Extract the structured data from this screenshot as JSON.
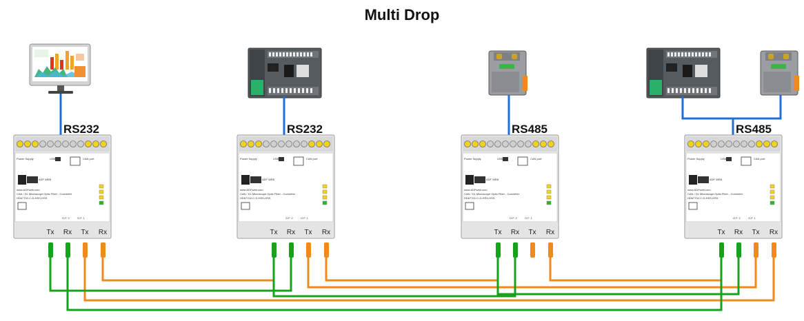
{
  "title": "Multi Drop",
  "links": [
    {
      "label": "RS232",
      "device": "computer"
    },
    {
      "label": "RS232",
      "device": "plc"
    },
    {
      "label": "RS485",
      "device": "remote-module"
    },
    {
      "label": "RS485",
      "device": "plc-and-remote-module"
    }
  ],
  "converter": {
    "ports": [
      "Tx",
      "Rx",
      "Tx",
      "Rx"
    ],
    "power_label": "Power Supply",
    "usb_label": "USB",
    "can_label": "CAN port",
    "website": "www.ADFweb.com",
    "description": "CAN / DL Microscope Optic Fiber - Converter",
    "model": "HD67702-C-D-HSS-HSS",
    "logo_text": "ADF WEB",
    "fiber_labels": [
      "O.F. 2",
      "O.F. 1"
    ]
  },
  "colors": {
    "serial_link": "#1e6fd9",
    "fiber_green": "#17a21c",
    "fiber_orange": "#f08a1c"
  }
}
